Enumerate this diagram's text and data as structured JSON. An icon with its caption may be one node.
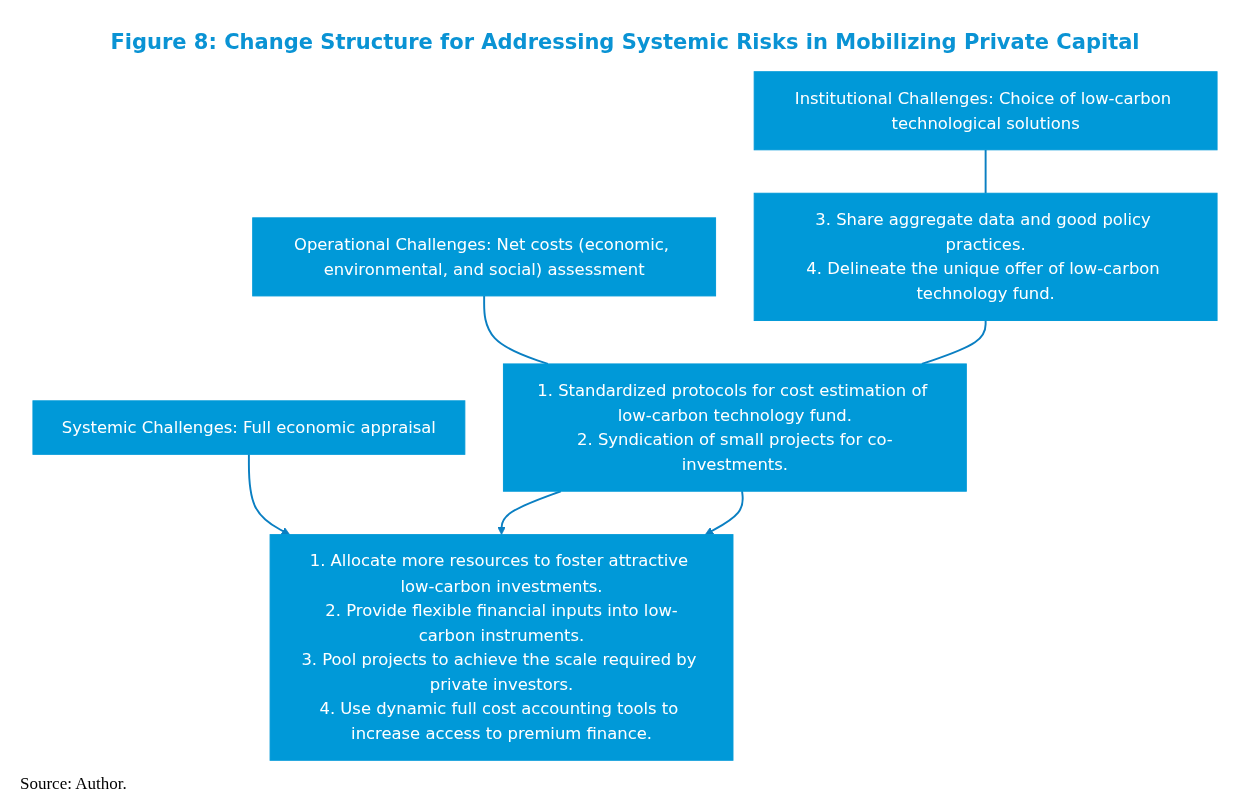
{
  "diagram": {
    "title": "Figure 8: Change Structure for Addressing Systemic Risks in Mobilizing Private Capital",
    "caption": "Source: Author.",
    "nodes": [
      {
        "text": [
          "Systemic Challenges: Full economic appraisal"
        ]
      },
      {
        "text": [
          "Operational Challenges: Net costs (economic, environmental, and social) assessment"
        ]
      },
      {
        "text": [
          "Institutional Challenges: Choice of low-carbon technological solutions"
        ]
      },
      {
        "text": [
          "3. Share aggregate data and good policy practices.",
          "4. Delineate the unique offer of low-carbon technology fund."
        ]
      },
      {
        "text": [
          "1. Standardized protocols for cost estimation of low-carbon technology fund.",
          "2. Syndication of small projects for co-investments."
        ]
      },
      {
        "text": [
          "1. Allocate more resources to foster attractive low-carbon investments.",
          "2. Provide flexible financial inputs into low-carbon instruments.",
          "3. Pool projects to achieve the scale required by private investors.",
          "4. Use dynamic full cost accounting tools to increase access to premium finance."
        ]
      }
    ],
    "edges": [
      {
        "from": 0,
        "to": 5,
        "arrow": "to"
      },
      {
        "from": 1,
        "to": 4,
        "arrow": "none"
      },
      {
        "from": 2,
        "to": 3,
        "arrow": "none"
      },
      {
        "from": 3,
        "to": 4,
        "arrow": "none"
      },
      {
        "from": 4,
        "to": 5,
        "arrow": "to"
      },
      {
        "from": 4,
        "to": 5,
        "arrow": "to"
      }
    ]
  }
}
